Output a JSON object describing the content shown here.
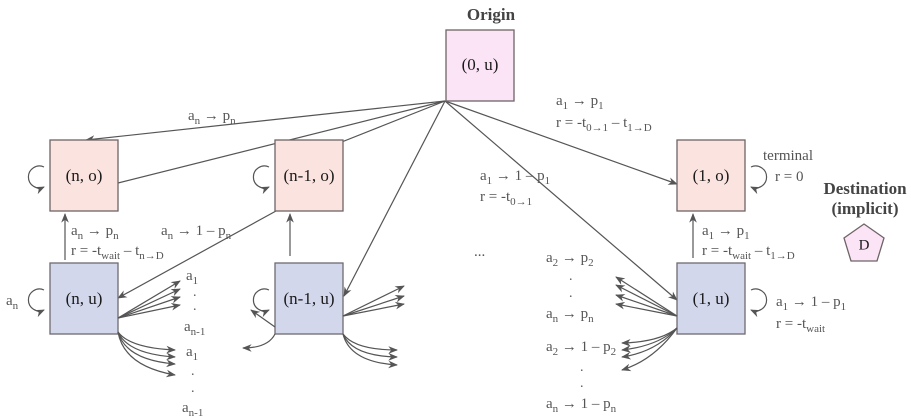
{
  "titles": {
    "origin": "Origin",
    "destination_line1": "Destination",
    "destination_line2": "(implicit)"
  },
  "nodes": {
    "origin": "(0, u)",
    "n_o": "(n, o)",
    "n1_o": "(n-1, o)",
    "one_o": "(1, o)",
    "n_u": "(n, u)",
    "n1_u": "(n-1, u)",
    "one_u": "(1, u)",
    "dest": "D"
  },
  "colors": {
    "observed_fill": "#fbe4e0",
    "unobserved_fill": "#d3d7ec",
    "origin_fill": "#fbe4f6",
    "edge": "#555555"
  },
  "labels": {
    "origin_to_n": {
      "a": "a",
      "a_sub": "n",
      "arrow": " → p",
      "p_sub": "n"
    },
    "origin_to_1": {
      "line1_a": "a",
      "line1_a_sub": "1",
      "line1_rest": " → p",
      "line1_p_sub": "1",
      "line2_r": "r = -t",
      "line2_sub1": "0→1",
      "line2_mid": " – t",
      "line2_sub2": "1→D"
    },
    "origin_to_1u": {
      "line1_a": "a",
      "line1_a_sub": "1",
      "line1_rest": " → 1 – p",
      "line1_p_sub": "1",
      "line2_r": "r = -t",
      "line2_sub1": "0→1"
    },
    "n_u_to_n_o": {
      "line1_a": "a",
      "line1_a_sub": "n",
      "line1_rest": " → p",
      "line1_p_sub": "n",
      "line2_r": "r = -t",
      "line2_sub1": "wait",
      "line2_mid": " – t",
      "line2_sub2": "n→D"
    },
    "n1o_to_nu": {
      "a": "a",
      "a_sub": "n",
      "rest": " → 1 – p",
      "p_sub": "n"
    },
    "n_u_self": {
      "a": "a",
      "a_sub": "n"
    },
    "n_u_group1": {
      "first": "a",
      "first_sub": "1",
      "last": "a",
      "last_sub": "n-1"
    },
    "n_u_group2": {
      "first": "a",
      "first_sub": "1",
      "last": "a",
      "last_sub": "n-1"
    },
    "one_u_to_one_o": {
      "line1_a": "a",
      "line1_a_sub": "1",
      "line1_rest": " → p",
      "line1_p_sub": "1",
      "line2_r": "r = -t",
      "line2_sub1": "wait",
      "line2_mid": " – t",
      "line2_sub2": "1→D"
    },
    "one_o_self": {
      "line1": "terminal",
      "line2": "r = 0"
    },
    "one_u_self": {
      "line1_a": "a",
      "line1_a_sub": "1",
      "line1_rest": " → 1 – p",
      "line1_p_sub": "1",
      "line2_r": "r = -t",
      "line2_sub1": "wait"
    },
    "one_u_group1": {
      "first_a": "a",
      "first_a_sub": "2",
      "first_rest": " → p",
      "first_p_sub": "2",
      "last_a": "a",
      "last_a_sub": "n",
      "last_rest": " → p",
      "last_p_sub": "n"
    },
    "one_u_group2": {
      "first_a": "a",
      "first_a_sub": "2",
      "first_rest": " → 1 – p",
      "first_p_sub": "2",
      "last_a": "a",
      "last_a_sub": "n",
      "last_rest": " → 1 – p",
      "last_p_sub": "n"
    },
    "ellipsis": "...",
    "dot": "."
  }
}
